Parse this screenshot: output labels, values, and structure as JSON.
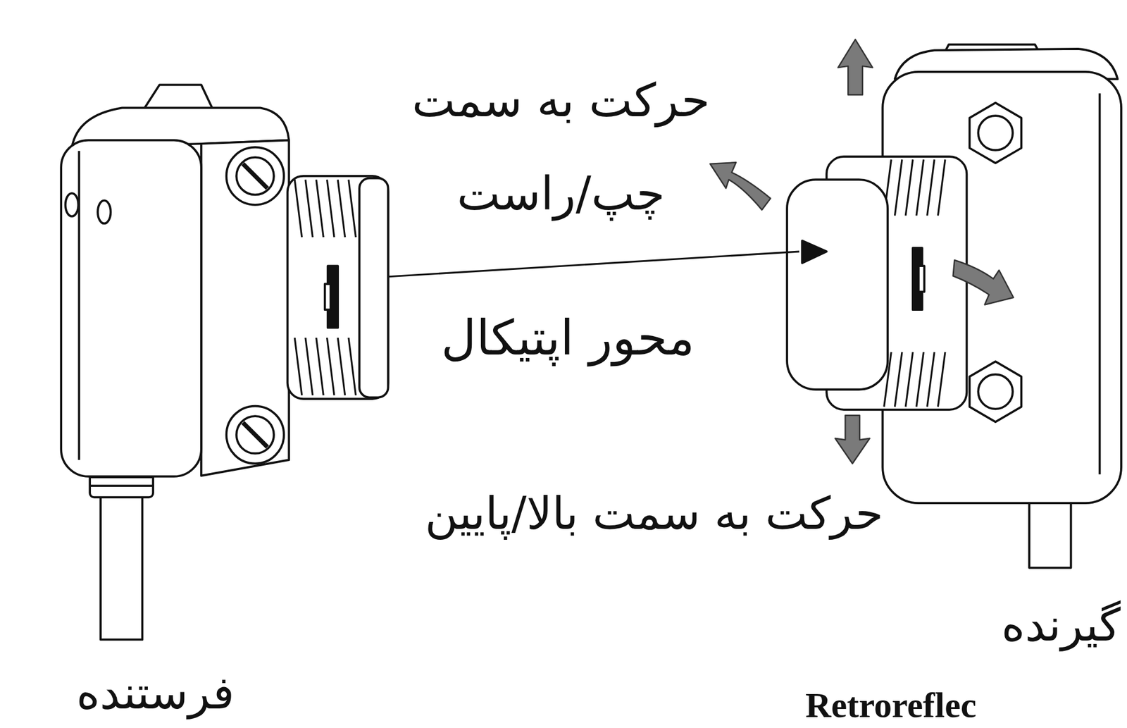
{
  "diagram": {
    "labels": [
      "حرکت به سمت چپ/راست",
      "محور اپتیکال",
      "حرکت به سمت بالا/پایین",
      "گیرنده",
      "فرستنده",
      "Retroreflec"
    ]
  }
}
